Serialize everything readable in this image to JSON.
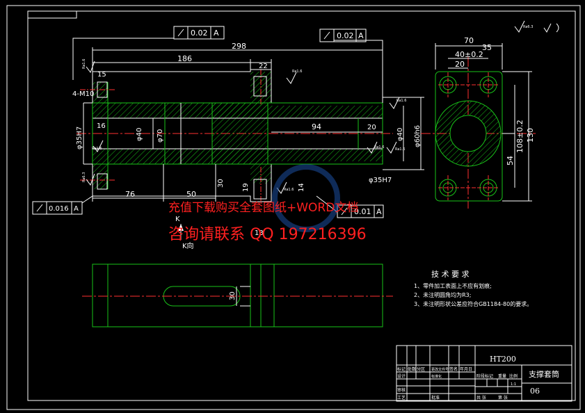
{
  "drawing": {
    "material": "HT200",
    "part_name": "支撑套筒",
    "drawing_no": "06",
    "scale": "1:1",
    "view_label_k": "K",
    "view_label_k_dir": "K向",
    "surface_mark_top": "Ra6.3"
  },
  "dimensions": {
    "d298": "298",
    "d186": "186",
    "d22": "22",
    "d15": "15",
    "d16": "16",
    "m10": "4-M10",
    "d94": "94",
    "d20a": "20",
    "d76": "76",
    "d50": "50",
    "d30": "30",
    "d19": "19",
    "d14": "14",
    "d13": "13",
    "phi35h7_left": "φ35H7",
    "phi35h7_right": "φ35H7",
    "phi40a": "φ40",
    "phi70": "φ70",
    "phi40b": "φ40",
    "phi60h6": "φ60h6",
    "d70": "70",
    "d35": "35",
    "d40": "40±0.2",
    "d20b": "20",
    "d108": "108±0.2",
    "d130": "130",
    "d54": "54",
    "slot30": "30"
  },
  "tolerance_frames": {
    "top_left": {
      "value": "0.02",
      "datum": "A"
    },
    "top_right": {
      "value": "0.02",
      "datum": "A"
    },
    "bottom_left": {
      "value": "0.016",
      "datum": "A"
    },
    "bottom_mid": {
      "value": "0.01",
      "datum": "A"
    }
  },
  "roughness": {
    "r1": "Ra1.6",
    "r2": "Ra1.6",
    "r3": "Ra1.6",
    "r4": "Ra1.6",
    "r5": "Ra1.6",
    "r6": "Ra6.3",
    "r7": "Ra1.6",
    "r8": "Ra1.6"
  },
  "tech_requirements": {
    "title": "技 术 要 求",
    "items": [
      "1、零件加工表面上不应有划痕;",
      "2、未注明圆角均为R3;",
      "3、未注明形状公差应符合GB1184-80的要求。"
    ]
  },
  "watermark": {
    "line1": "充值下载购买全套图纸+WORD文档",
    "line2": "咨询请联系 QQ 197216396"
  },
  "title_block": {
    "labels": [
      "标记",
      "处数",
      "分区",
      "更改文件号",
      "签名",
      "年月日",
      "设计",
      "标准化",
      "审核",
      "工艺",
      "批准",
      "阶段标记",
      "重量",
      "比例",
      "共 张",
      "第 张"
    ]
  }
}
